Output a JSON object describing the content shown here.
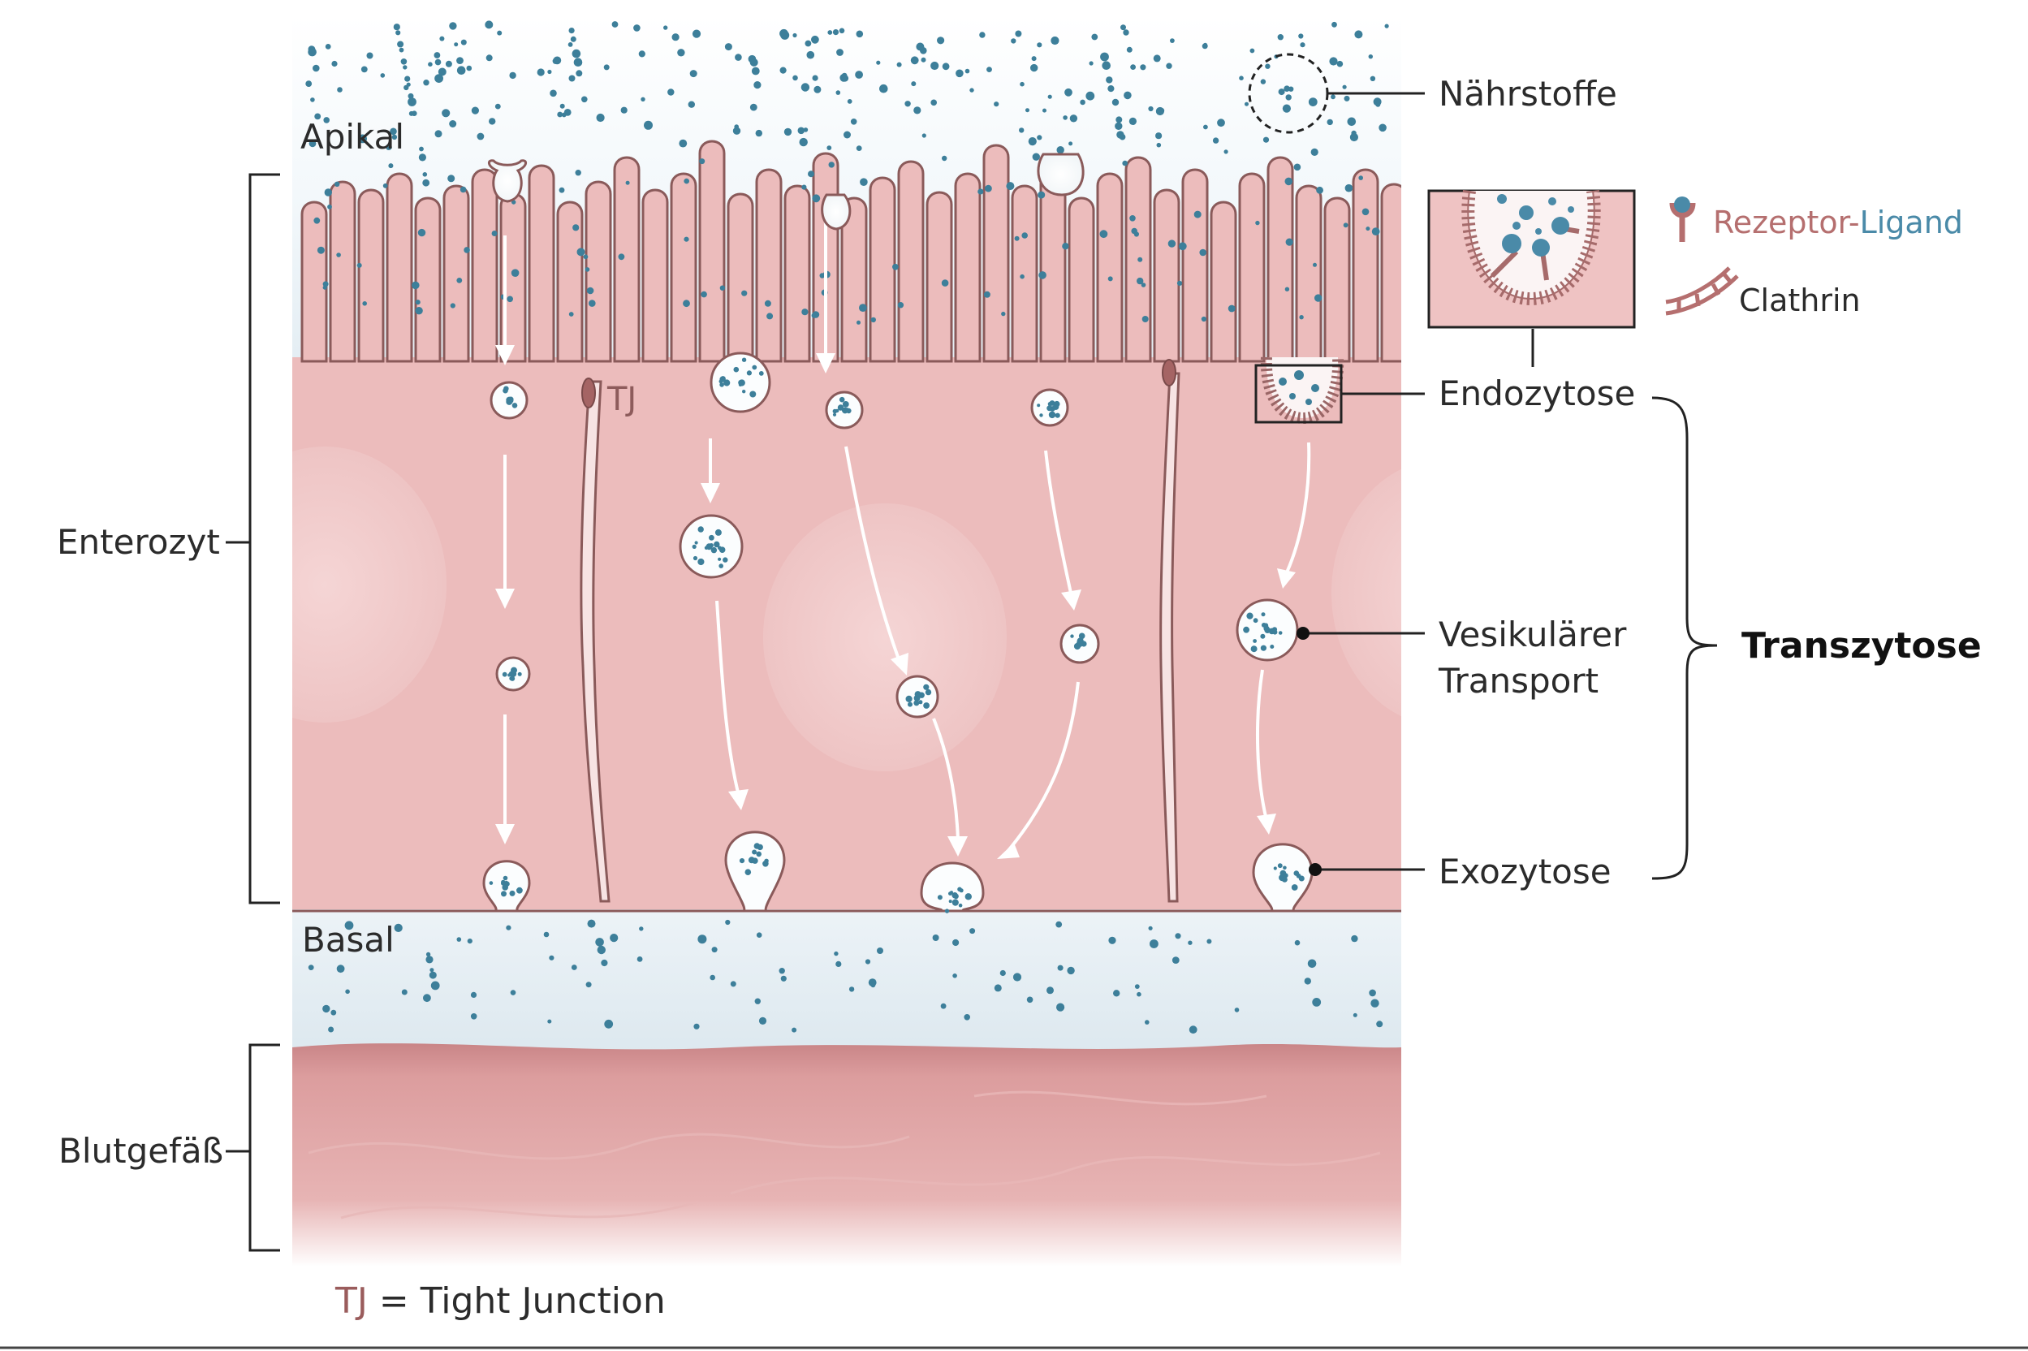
{
  "labels": {
    "apical": "Apikal",
    "basal": "Basal",
    "enterocyte": "Enterozyt",
    "blood_vessel": "Blutgefäß",
    "nutrients": "Nährstoffe",
    "endocytosis": "Endozytose",
    "vesicular_transport_line1": "Vesikulärer",
    "vesicular_transport_line2": "Transport",
    "exocytosis": "Exozytose",
    "transcytosis": "Transzytose",
    "tj": "TJ"
  },
  "legend": {
    "receptor": "Rezeptor-",
    "ligand": "Ligand",
    "clathrin": "Clathrin"
  },
  "footnote": {
    "abbr": "TJ",
    "text": " = Tight Junction"
  },
  "colors": {
    "cell": "#ecbcbc",
    "cell_dark": "#e3a9aa",
    "membrane": "#8a5a5a",
    "nutrient": "#3d7f9a",
    "receptor": "#b56f6f",
    "ligand": "#4a8aa8",
    "blood": "#d99596",
    "background_top": "#e9f1f6"
  }
}
